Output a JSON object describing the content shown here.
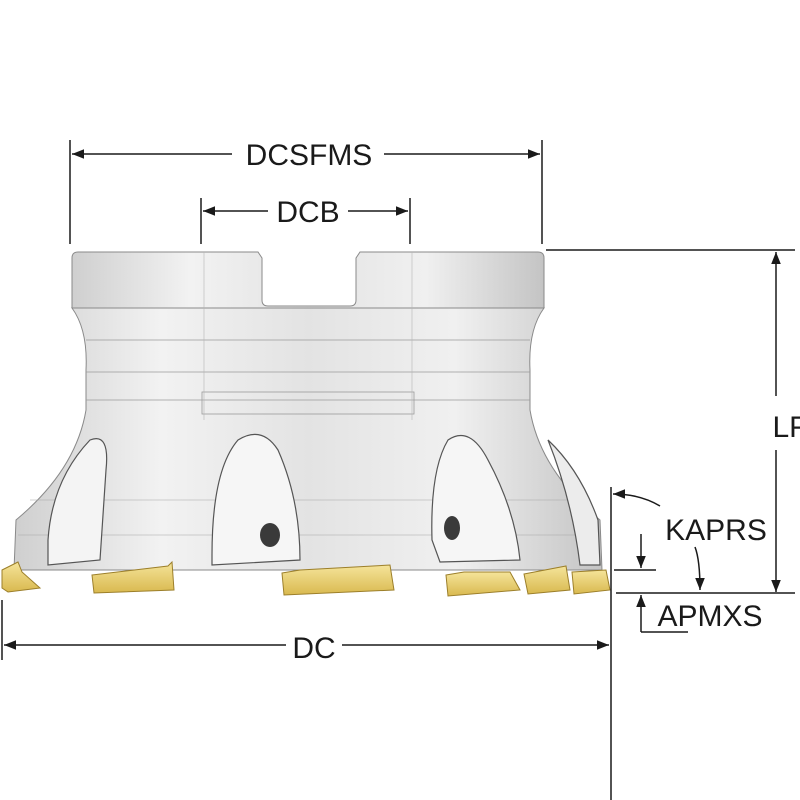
{
  "diagram": {
    "subject": "Face milling cutter with indexable inserts",
    "colors": {
      "body": "#e6e6e6",
      "body_shadow": "#c9c9c9",
      "body_edge": "#8a8a8a",
      "insert": "#e9cf74",
      "insert_edge": "#9c7f2a",
      "dimension": "#1a1a1a"
    },
    "dimensions": {
      "dcsfms": {
        "label": "DCSFMS"
      },
      "dcb": {
        "label": "DCB"
      },
      "lf": {
        "label": "LF"
      },
      "kaprs": {
        "label": "KAPRS"
      },
      "apmxs": {
        "label": "APMXS"
      },
      "dc": {
        "label": "DC"
      }
    }
  }
}
